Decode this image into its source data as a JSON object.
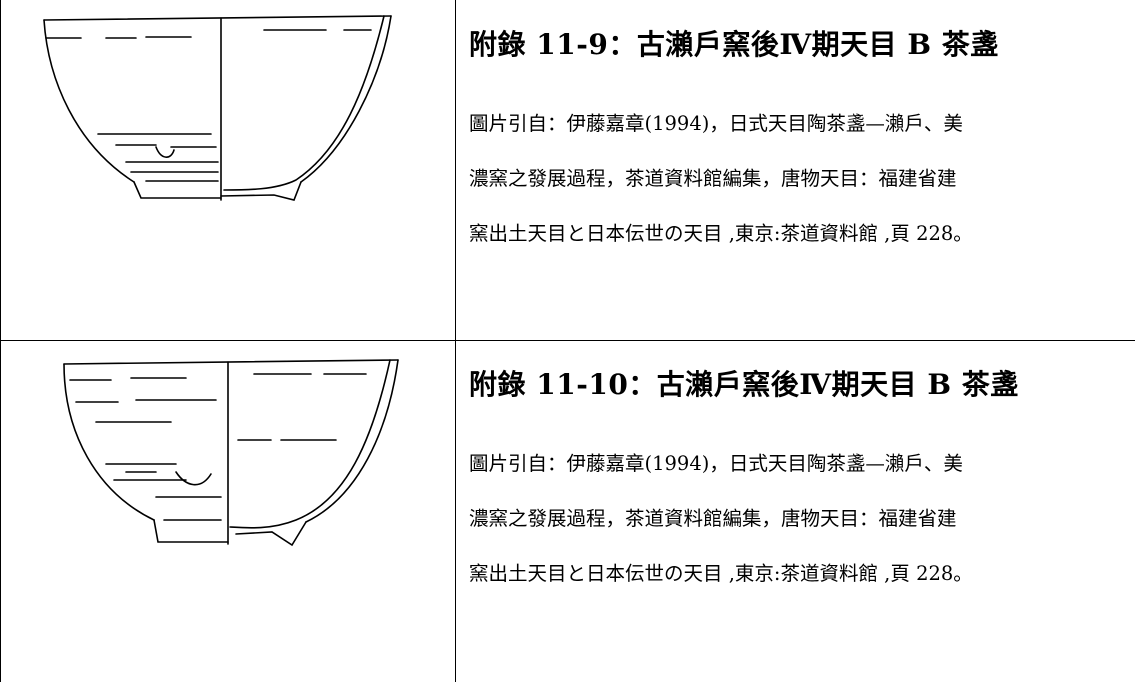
{
  "entries": [
    {
      "title": "附錄 11-9：古瀨戶窯後Ⅳ期天目 B 茶盞",
      "caption_lines": [
        "圖片引自：伊藤嘉章(1994)，日式天目陶茶盞—瀨戶、美",
        "濃窯之發展過程，茶道資料館編集，唐物天目：福建省建",
        "窯出土天目と日本伝世の天目 ,東京:茶道資料館 ,頁 228。"
      ],
      "figure_icon": "tea-bowl-profile-drawing"
    },
    {
      "title": "附錄 11-10：古瀨戶窯後Ⅳ期天目 B 茶盞",
      "caption_lines": [
        "圖片引自：伊藤嘉章(1994)，日式天目陶茶盞—瀨戶、美",
        "濃窯之發展過程，茶道資料館編集，唐物天目：福建省建",
        "窯出土天目と日本伝世の天目 ,東京:茶道資料館 ,頁 228。"
      ],
      "figure_icon": "tea-bowl-profile-drawing"
    }
  ]
}
